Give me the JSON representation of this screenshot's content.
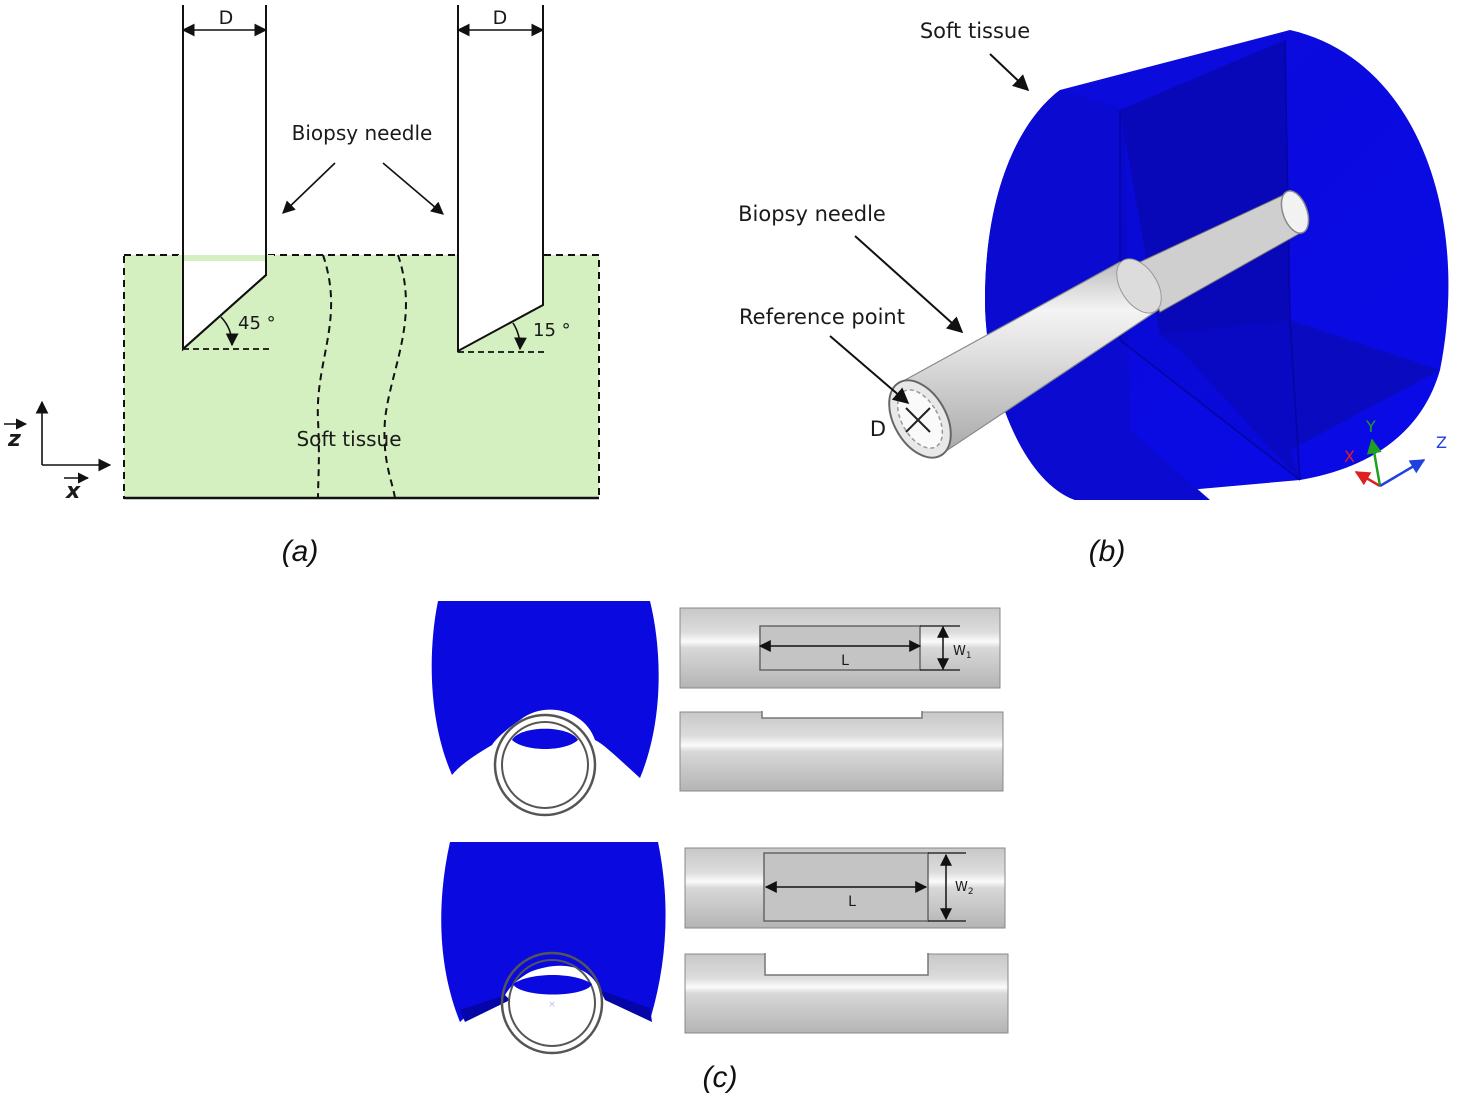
{
  "panel_a": {
    "dim_left": "D",
    "dim_right": "D",
    "needle_label": "Biopsy needle",
    "angle_left": "45 °",
    "angle_right": "15 °",
    "tissue_label": "Soft tissue",
    "axis_z": "z",
    "axis_x": "x",
    "caption": "(a)"
  },
  "panel_b": {
    "tissue_label": "Soft tissue",
    "needle_label": "Biopsy needle",
    "reference_label": "Reference point",
    "diameter_label": "D",
    "triad_x": "X",
    "triad_y": "Y",
    "triad_z": "Z",
    "caption": "(b)"
  },
  "panel_c": {
    "length_top": "L",
    "width_top_base": "W",
    "width_top_sub": "1",
    "length_bottom": "L",
    "width_bottom_base": "W",
    "width_bottom_sub": "2",
    "caption": "(c)"
  },
  "colors": {
    "tissue_green": "#d4f0c0",
    "tissue_blue": "#0a0ae0",
    "needle_gray": "#d6d6d6",
    "axis_x_red": "#e02020",
    "axis_y_green": "#20a020",
    "axis_z_blue": "#2040e0"
  }
}
